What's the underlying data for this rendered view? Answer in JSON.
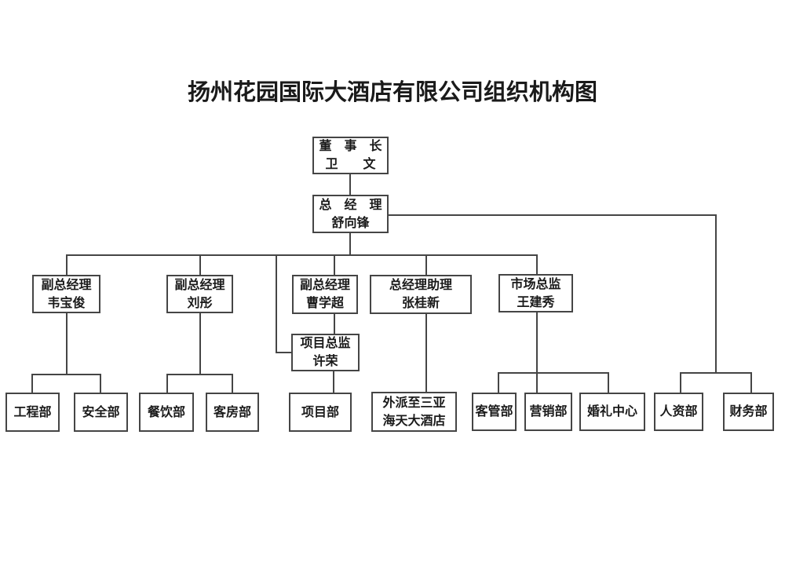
{
  "title": "扬州花园国际大酒店有限公司组织机构图",
  "nodes": {
    "chairman": {
      "title": "董　事　长",
      "name": "卫　　文"
    },
    "general_manager": {
      "title": "总　经　理",
      "name": "舒向锋"
    },
    "vp1": {
      "title": "副总经理",
      "name": "韦宝俊"
    },
    "vp2": {
      "title": "副总经理",
      "name": "刘彤"
    },
    "vp3": {
      "title": "副总经理",
      "name": "曹学超"
    },
    "gm_assistant": {
      "title": "总经理助理",
      "name": "张桂新"
    },
    "marketing_director": {
      "title": "市场总监",
      "name": "王建秀"
    },
    "project_director": {
      "title": "项目总监",
      "name": "许荣"
    }
  },
  "departments": {
    "engineering": "工程部",
    "security": "安全部",
    "catering": "餐饮部",
    "housekeeping": "客房部",
    "project": "项目部",
    "dispatch_line1": "外派至三亚",
    "dispatch_line2": "海天大酒店",
    "guest_management": "客管部",
    "sales": "营销部",
    "wedding_center": "婚礼中心",
    "human_resources": "人资部",
    "finance": "财务部"
  },
  "colors": {
    "line": "#454545",
    "background": "#ffffff",
    "text": "#1a1a1a"
  }
}
